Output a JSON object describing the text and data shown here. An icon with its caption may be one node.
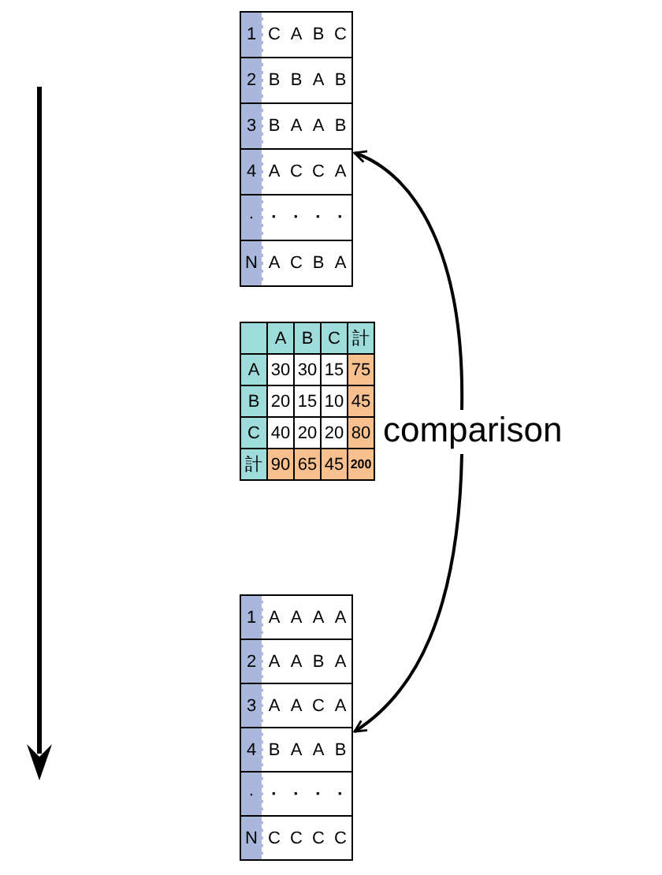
{
  "diagram": {
    "nodes": [
      {
        "text": [
          "1",
          "C",
          "A",
          "B",
          "C",
          "2",
          "B",
          "B",
          "A",
          "B",
          "3",
          "B",
          "A",
          "A",
          "B",
          "4",
          "A",
          "C",
          "C",
          "A",
          "·",
          "·",
          "·",
          "·",
          "·",
          "N",
          "A",
          "C",
          "B",
          "A"
        ]
      },
      {
        "text": [
          "1",
          "A",
          "A",
          "A",
          "A",
          "2",
          "A",
          "A",
          "B",
          "A",
          "3",
          "A",
          "A",
          "C",
          "A",
          "4",
          "B",
          "A",
          "A",
          "B",
          "·",
          "·",
          "·",
          "·",
          "·",
          "N",
          "C",
          "C",
          "C",
          "C"
        ]
      },
      {
        "text": [
          "comparison"
        ]
      }
    ],
    "edges": [
      {
        "from": 2,
        "to": 0,
        "arrow": "to"
      },
      {
        "from": 2,
        "to": 1,
        "arrow": "to"
      }
    ],
    "labels": [
      "A",
      "B",
      "C",
      "計",
      "A",
      "30",
      "30",
      "15",
      "75",
      "B",
      "20",
      "15",
      "10",
      "45",
      "C",
      "40",
      "20",
      "20",
      "80",
      "計",
      "90",
      "65",
      "45",
      "200"
    ]
  }
}
